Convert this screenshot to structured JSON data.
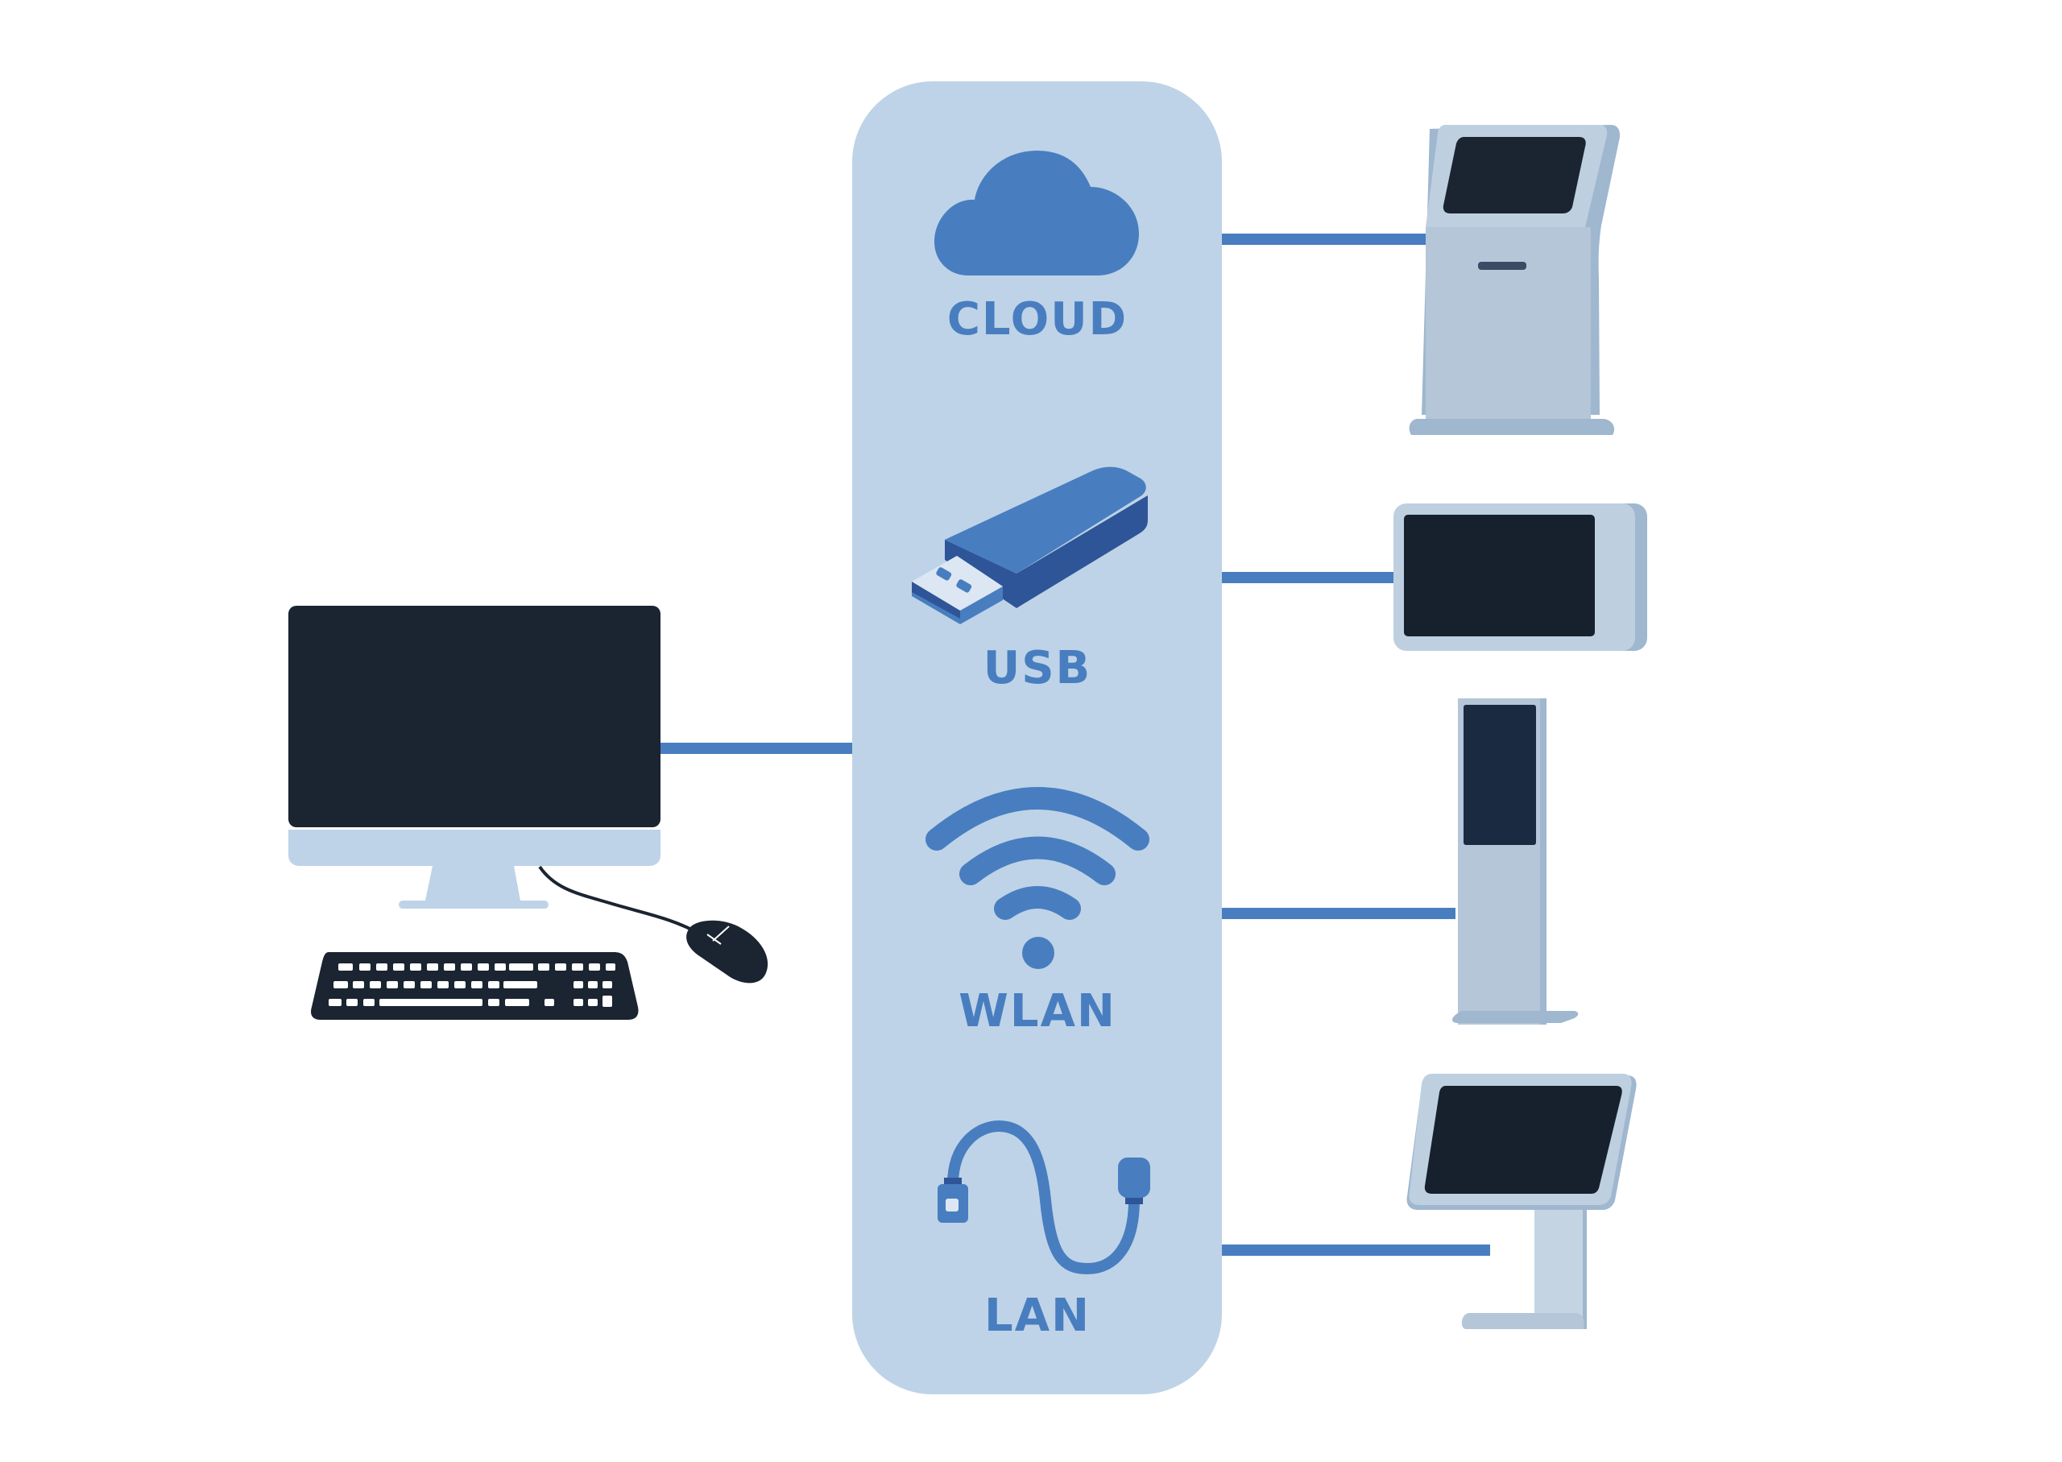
{
  "diagram": {
    "title": "Kiosk content distribution",
    "colors": {
      "background": "#ffffff",
      "panel": "#bed3e7",
      "accent": "#487ec0",
      "accent_dark": "#2e5597",
      "usb_plug": "#dde7f3",
      "screen": "#1b2431",
      "device_body": "#b4c6d7",
      "device_shade": "#9fb7cf",
      "monitor_frame": "#bed3e7"
    },
    "source": {
      "name": "Desktop computer",
      "parts": [
        "monitor",
        "keyboard",
        "mouse"
      ]
    },
    "channels": [
      {
        "id": "cloud",
        "label": "CLOUD",
        "icon": "cloud-icon"
      },
      {
        "id": "usb",
        "label": "USB",
        "icon": "usb-drive-icon"
      },
      {
        "id": "wlan",
        "label": "WLAN",
        "icon": "wifi-icon"
      },
      {
        "id": "lan",
        "label": "LAN",
        "icon": "ethernet-cable-icon"
      }
    ],
    "targets": [
      {
        "id": "kiosk-floor-standing",
        "name": "Floor-standing kiosk with slanted screen",
        "icon": "kiosk-icon"
      },
      {
        "id": "wall-display",
        "name": "Wall-mounted display",
        "icon": "wall-display-icon"
      },
      {
        "id": "totem-display",
        "name": "Vertical totem display",
        "icon": "totem-display-icon"
      },
      {
        "id": "tablet-stand",
        "name": "Tablet on pedestal stand",
        "icon": "tablet-stand-icon"
      }
    ]
  }
}
